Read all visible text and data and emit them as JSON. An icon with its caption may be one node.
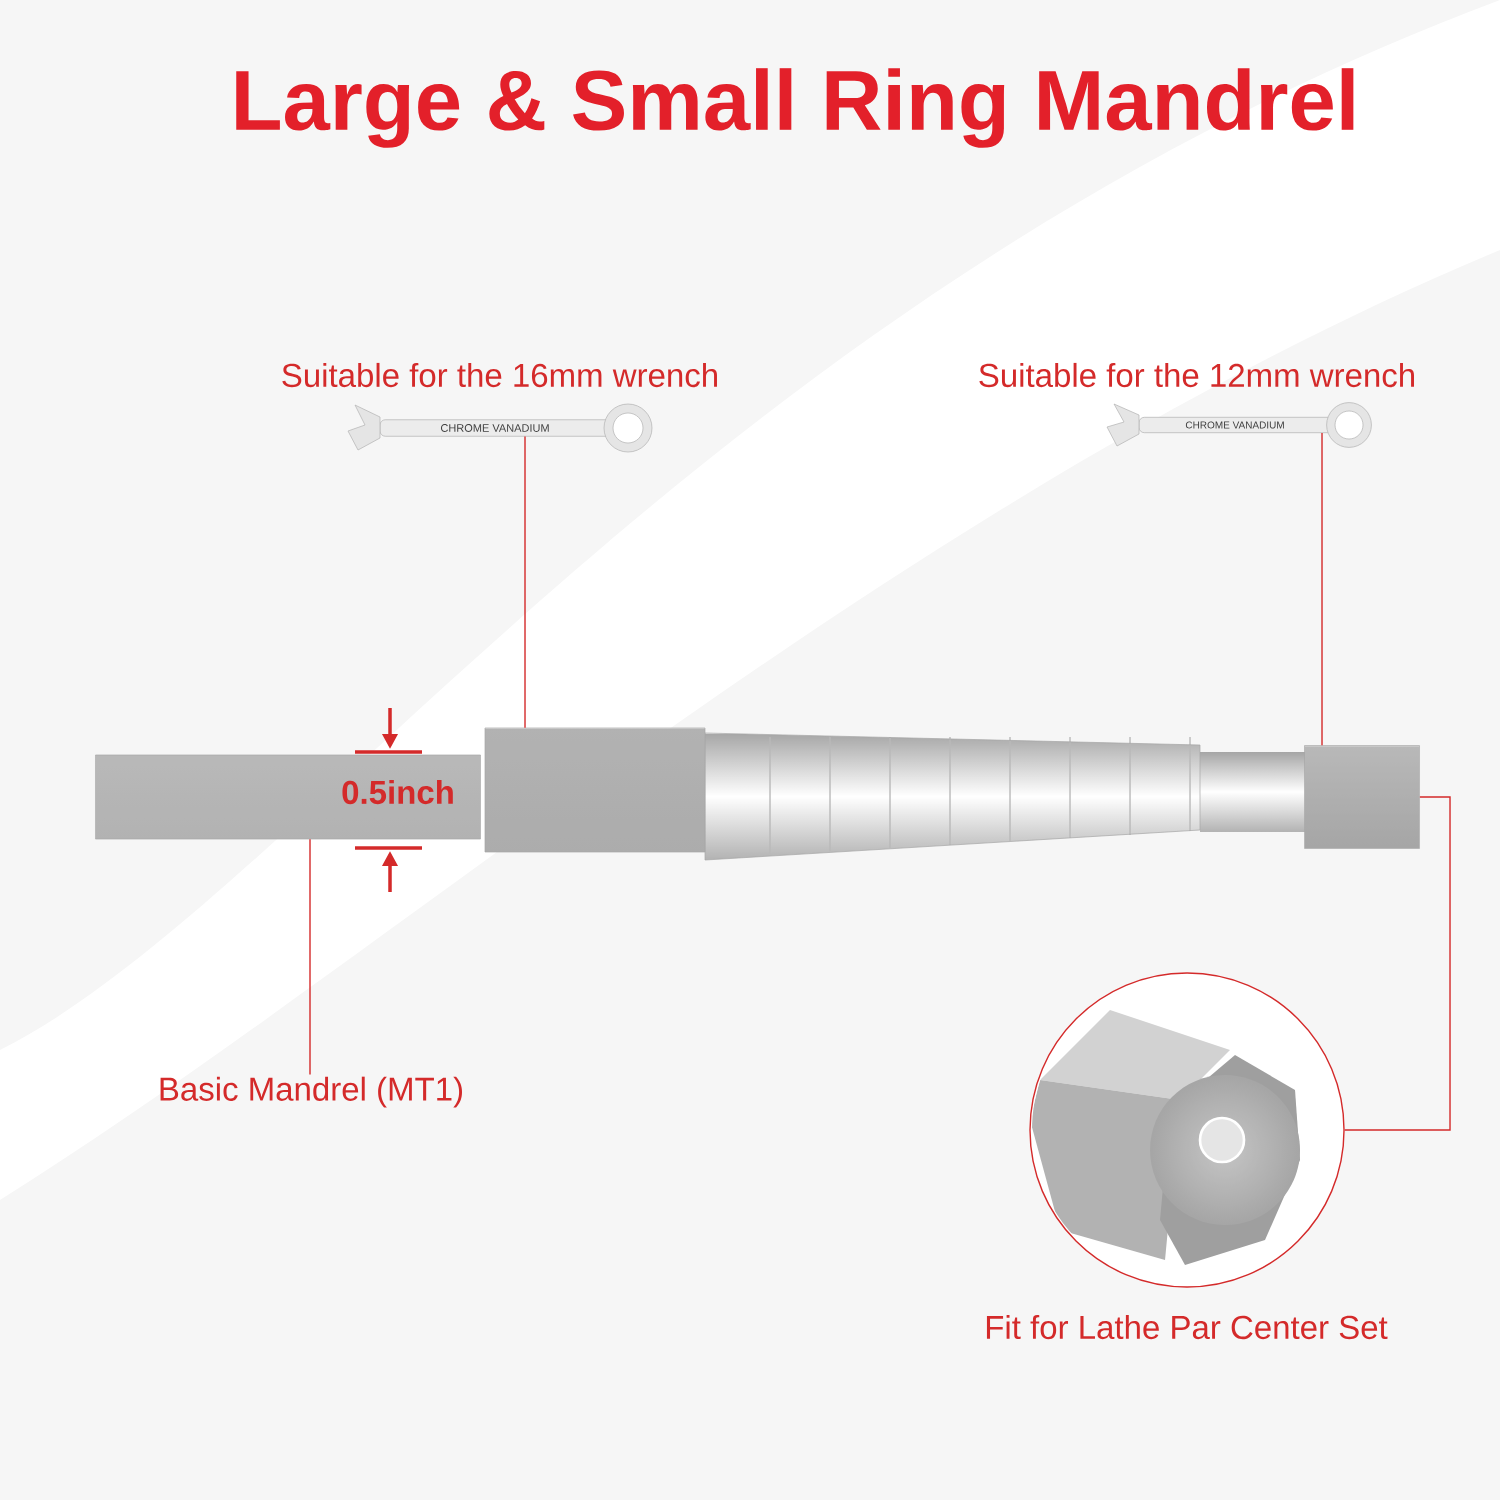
{
  "diagram": {
    "title": "Large & Small Ring Mandrel",
    "nodes": [
      {
        "text": [
          "Suitable for the 16mm wrench"
        ]
      },
      {
        "text": [
          "Suitable for the 12mm wrench"
        ]
      },
      {
        "text": [
          "Basic Mandrel (MT1)"
        ]
      },
      {
        "text": [
          "Fit for Lathe Par Center Set"
        ]
      },
      {
        "text": [],
        "shape": "picture"
      },
      {
        "text": [],
        "shape": "picture"
      },
      {
        "text": [],
        "shape": "picture"
      }
    ],
    "edges": [
      {
        "from": 0,
        "to": 5,
        "arrow": "none"
      },
      {
        "from": 1,
        "to": 6,
        "arrow": "none"
      },
      {
        "from": 2,
        "to": 4,
        "arrow": "none"
      },
      {
        "from": 6,
        "to": 3,
        "arrow": "none"
      }
    ],
    "labels": [
      "CHROME VANADIUM",
      "CHROME VANADIUM",
      "0.5inch"
    ]
  }
}
